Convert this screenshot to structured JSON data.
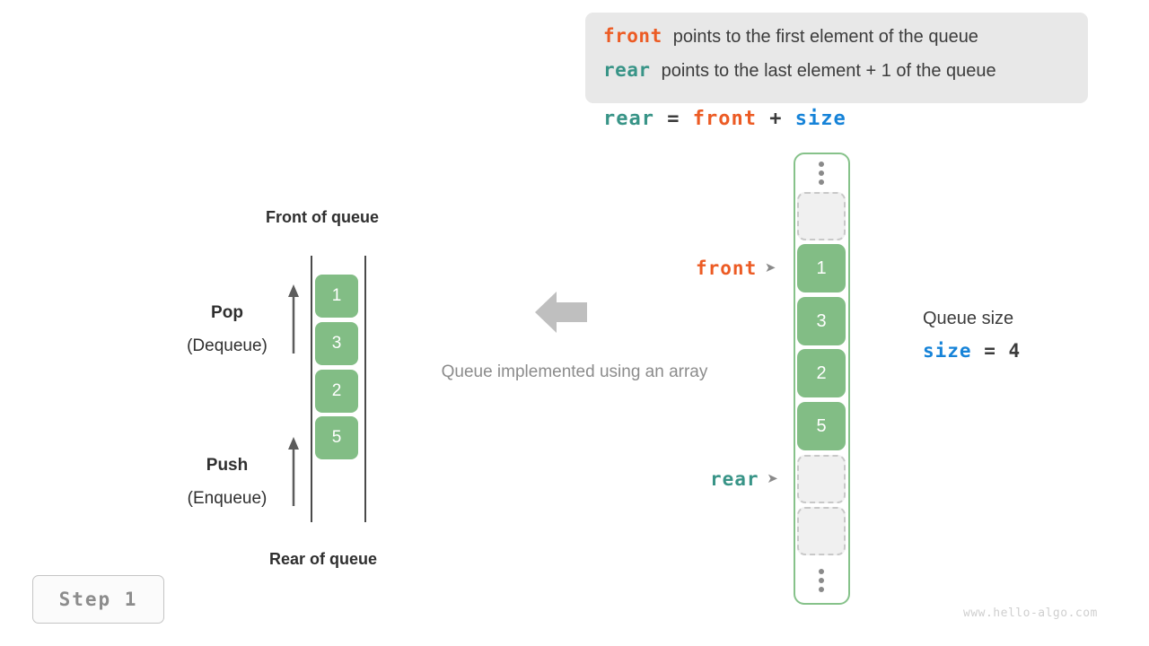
{
  "legend": {
    "lines": [
      {
        "keyword": "front",
        "keyword_color": "#ec5b24",
        "text": "points to the first element of the queue"
      },
      {
        "keyword": "rear",
        "keyword_color": "#389487",
        "text": "points to the last element + 1 of the queue"
      }
    ]
  },
  "formula": {
    "lhs": "rear",
    "eq": "=",
    "rhs1": "front",
    "plus": "+",
    "rhs2": "size"
  },
  "left_queue": {
    "front_label": "Front of queue",
    "rear_label": "Rear of queue",
    "cells": [
      "1",
      "3",
      "2",
      "5"
    ],
    "pop": {
      "title": "Pop",
      "subtitle": "(Dequeue)"
    },
    "push": {
      "title": "Push",
      "subtitle": "(Enqueue)"
    }
  },
  "center": {
    "caption": "Queue implemented using an array",
    "arrow_icon": "left-arrow-icon"
  },
  "array": {
    "top_ellipsis": "vertical-ellipsis-icon",
    "bottom_ellipsis": "vertical-ellipsis-icon",
    "slots": [
      {
        "kind": "empty",
        "value": ""
      },
      {
        "kind": "filled",
        "value": "1"
      },
      {
        "kind": "filled",
        "value": "3"
      },
      {
        "kind": "filled",
        "value": "2"
      },
      {
        "kind": "filled",
        "value": "5"
      },
      {
        "kind": "empty",
        "value": ""
      },
      {
        "kind": "empty",
        "value": ""
      }
    ],
    "pointers": {
      "front": {
        "label": "front",
        "color": "#ec5b24",
        "arrow": "➤"
      },
      "rear": {
        "label": "rear",
        "color": "#389487",
        "arrow": "➤"
      }
    }
  },
  "size_note": {
    "title": "Queue size",
    "name": "size",
    "eq": "=",
    "value": "4"
  },
  "step_badge": {
    "label": "Step 1"
  },
  "watermark": {
    "text": "www.hello-algo.com"
  },
  "colors": {
    "green_fill": "#82bd85",
    "green_border": "#86c28a",
    "orange": "#ec5b24",
    "teal": "#389487",
    "blue": "#1683d8",
    "gray_text": "#8c8c8c"
  }
}
